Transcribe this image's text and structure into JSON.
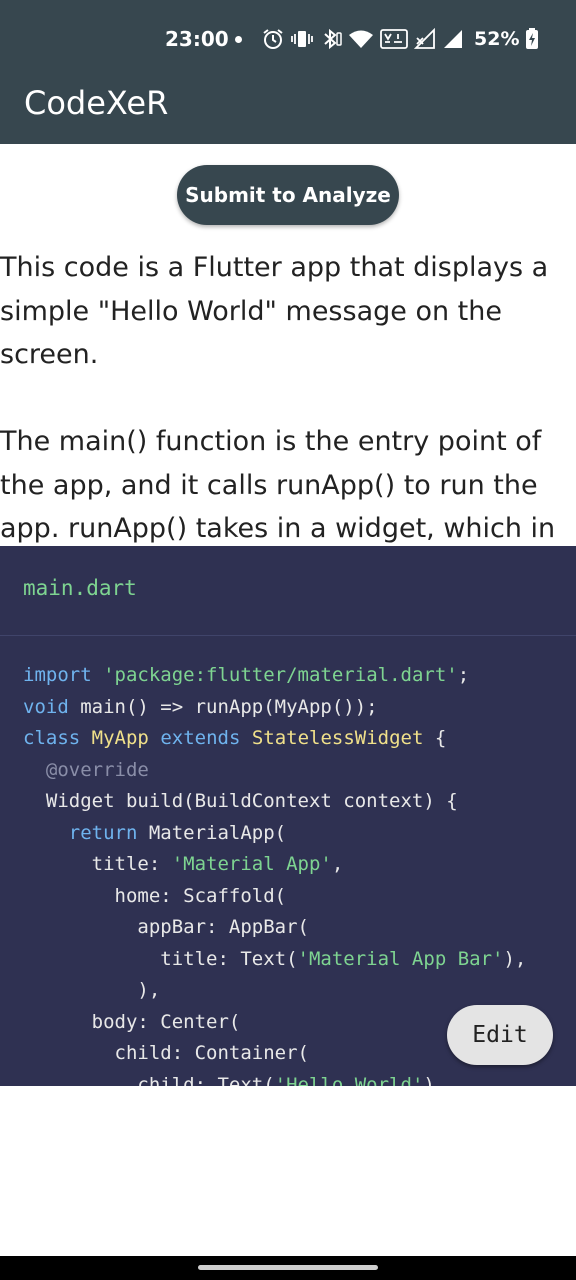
{
  "status_bar": {
    "time": "23:00",
    "battery": "52%",
    "icons": [
      "alarm-icon",
      "vibrate-icon",
      "bluetooth-icon",
      "wifi-icon",
      "volte-icon",
      "signal-x-icon",
      "signal-icon",
      "battery-charging-icon"
    ]
  },
  "app_bar": {
    "title": "CodeXeR"
  },
  "submit_button": {
    "label": "Submit to Analyze"
  },
  "explanation": {
    "paragraphs": [
      "This code is a Flutter app that displays a simple \"Hello World\" message on the screen.",
      "The main() function is the entry point of the app, and it calls runApp() to run the app. runApp() takes in a widget, which in"
    ]
  },
  "code_panel": {
    "file_name": "main.dart",
    "lines": [
      [
        [
          "kw",
          "import"
        ],
        [
          "txt",
          " "
        ],
        [
          "str",
          "'package:flutter/material.dart'"
        ],
        [
          "txt",
          ";"
        ]
      ],
      [
        [
          "kw",
          "void"
        ],
        [
          "txt",
          " main() => runApp(MyApp());"
        ]
      ],
      [
        [
          "kw",
          "class"
        ],
        [
          "txt",
          " "
        ],
        [
          "cls",
          "MyApp"
        ],
        [
          "txt",
          " "
        ],
        [
          "kw",
          "extends"
        ],
        [
          "txt",
          " "
        ],
        [
          "cls",
          "StatelessWidget"
        ],
        [
          "txt",
          " {"
        ]
      ],
      [
        [
          "txt",
          "  "
        ],
        [
          "cmt",
          "@override"
        ]
      ],
      [
        [
          "txt",
          "  Widget build(BuildContext context) {"
        ]
      ],
      [
        [
          "txt",
          "    "
        ],
        [
          "kw",
          "return"
        ],
        [
          "txt",
          " MaterialApp("
        ]
      ],
      [
        [
          "txt",
          "      title: "
        ],
        [
          "str",
          "'Material App'"
        ],
        [
          "txt",
          ","
        ]
      ],
      [
        [
          "txt",
          "        home: Scaffold("
        ]
      ],
      [
        [
          "txt",
          "          appBar: AppBar("
        ]
      ],
      [
        [
          "txt",
          "            title: Text("
        ],
        [
          "str",
          "'Material App Bar'"
        ],
        [
          "txt",
          "),"
        ]
      ],
      [
        [
          "txt",
          "          ),"
        ]
      ],
      [
        [
          "txt",
          "      body: Center("
        ]
      ],
      [
        [
          "txt",
          "        child: Container("
        ]
      ],
      [
        [
          "txt",
          "          child: Text("
        ],
        [
          "str",
          "'Hello World'"
        ],
        [
          "txt",
          ")"
        ]
      ]
    ]
  },
  "edit_button": {
    "label": "Edit"
  },
  "colors": {
    "app_bar": "#37474f",
    "code_background": "#2f3152",
    "keyword": "#6fb3ee",
    "string": "#7ed491",
    "class_name": "#f0e08a",
    "annotation": "#8a8ea8"
  }
}
